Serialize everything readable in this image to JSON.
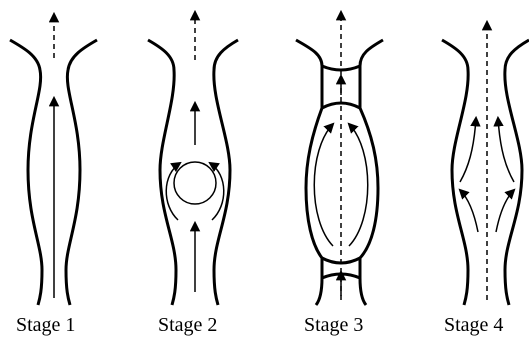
{
  "stages": [
    {
      "label": "Stage 1"
    },
    {
      "label": "Stage 2"
    },
    {
      "label": "Stage 3"
    },
    {
      "label": "Stage 4"
    }
  ],
  "colors": {
    "stroke": "#000000",
    "background": "#ffffff"
  }
}
